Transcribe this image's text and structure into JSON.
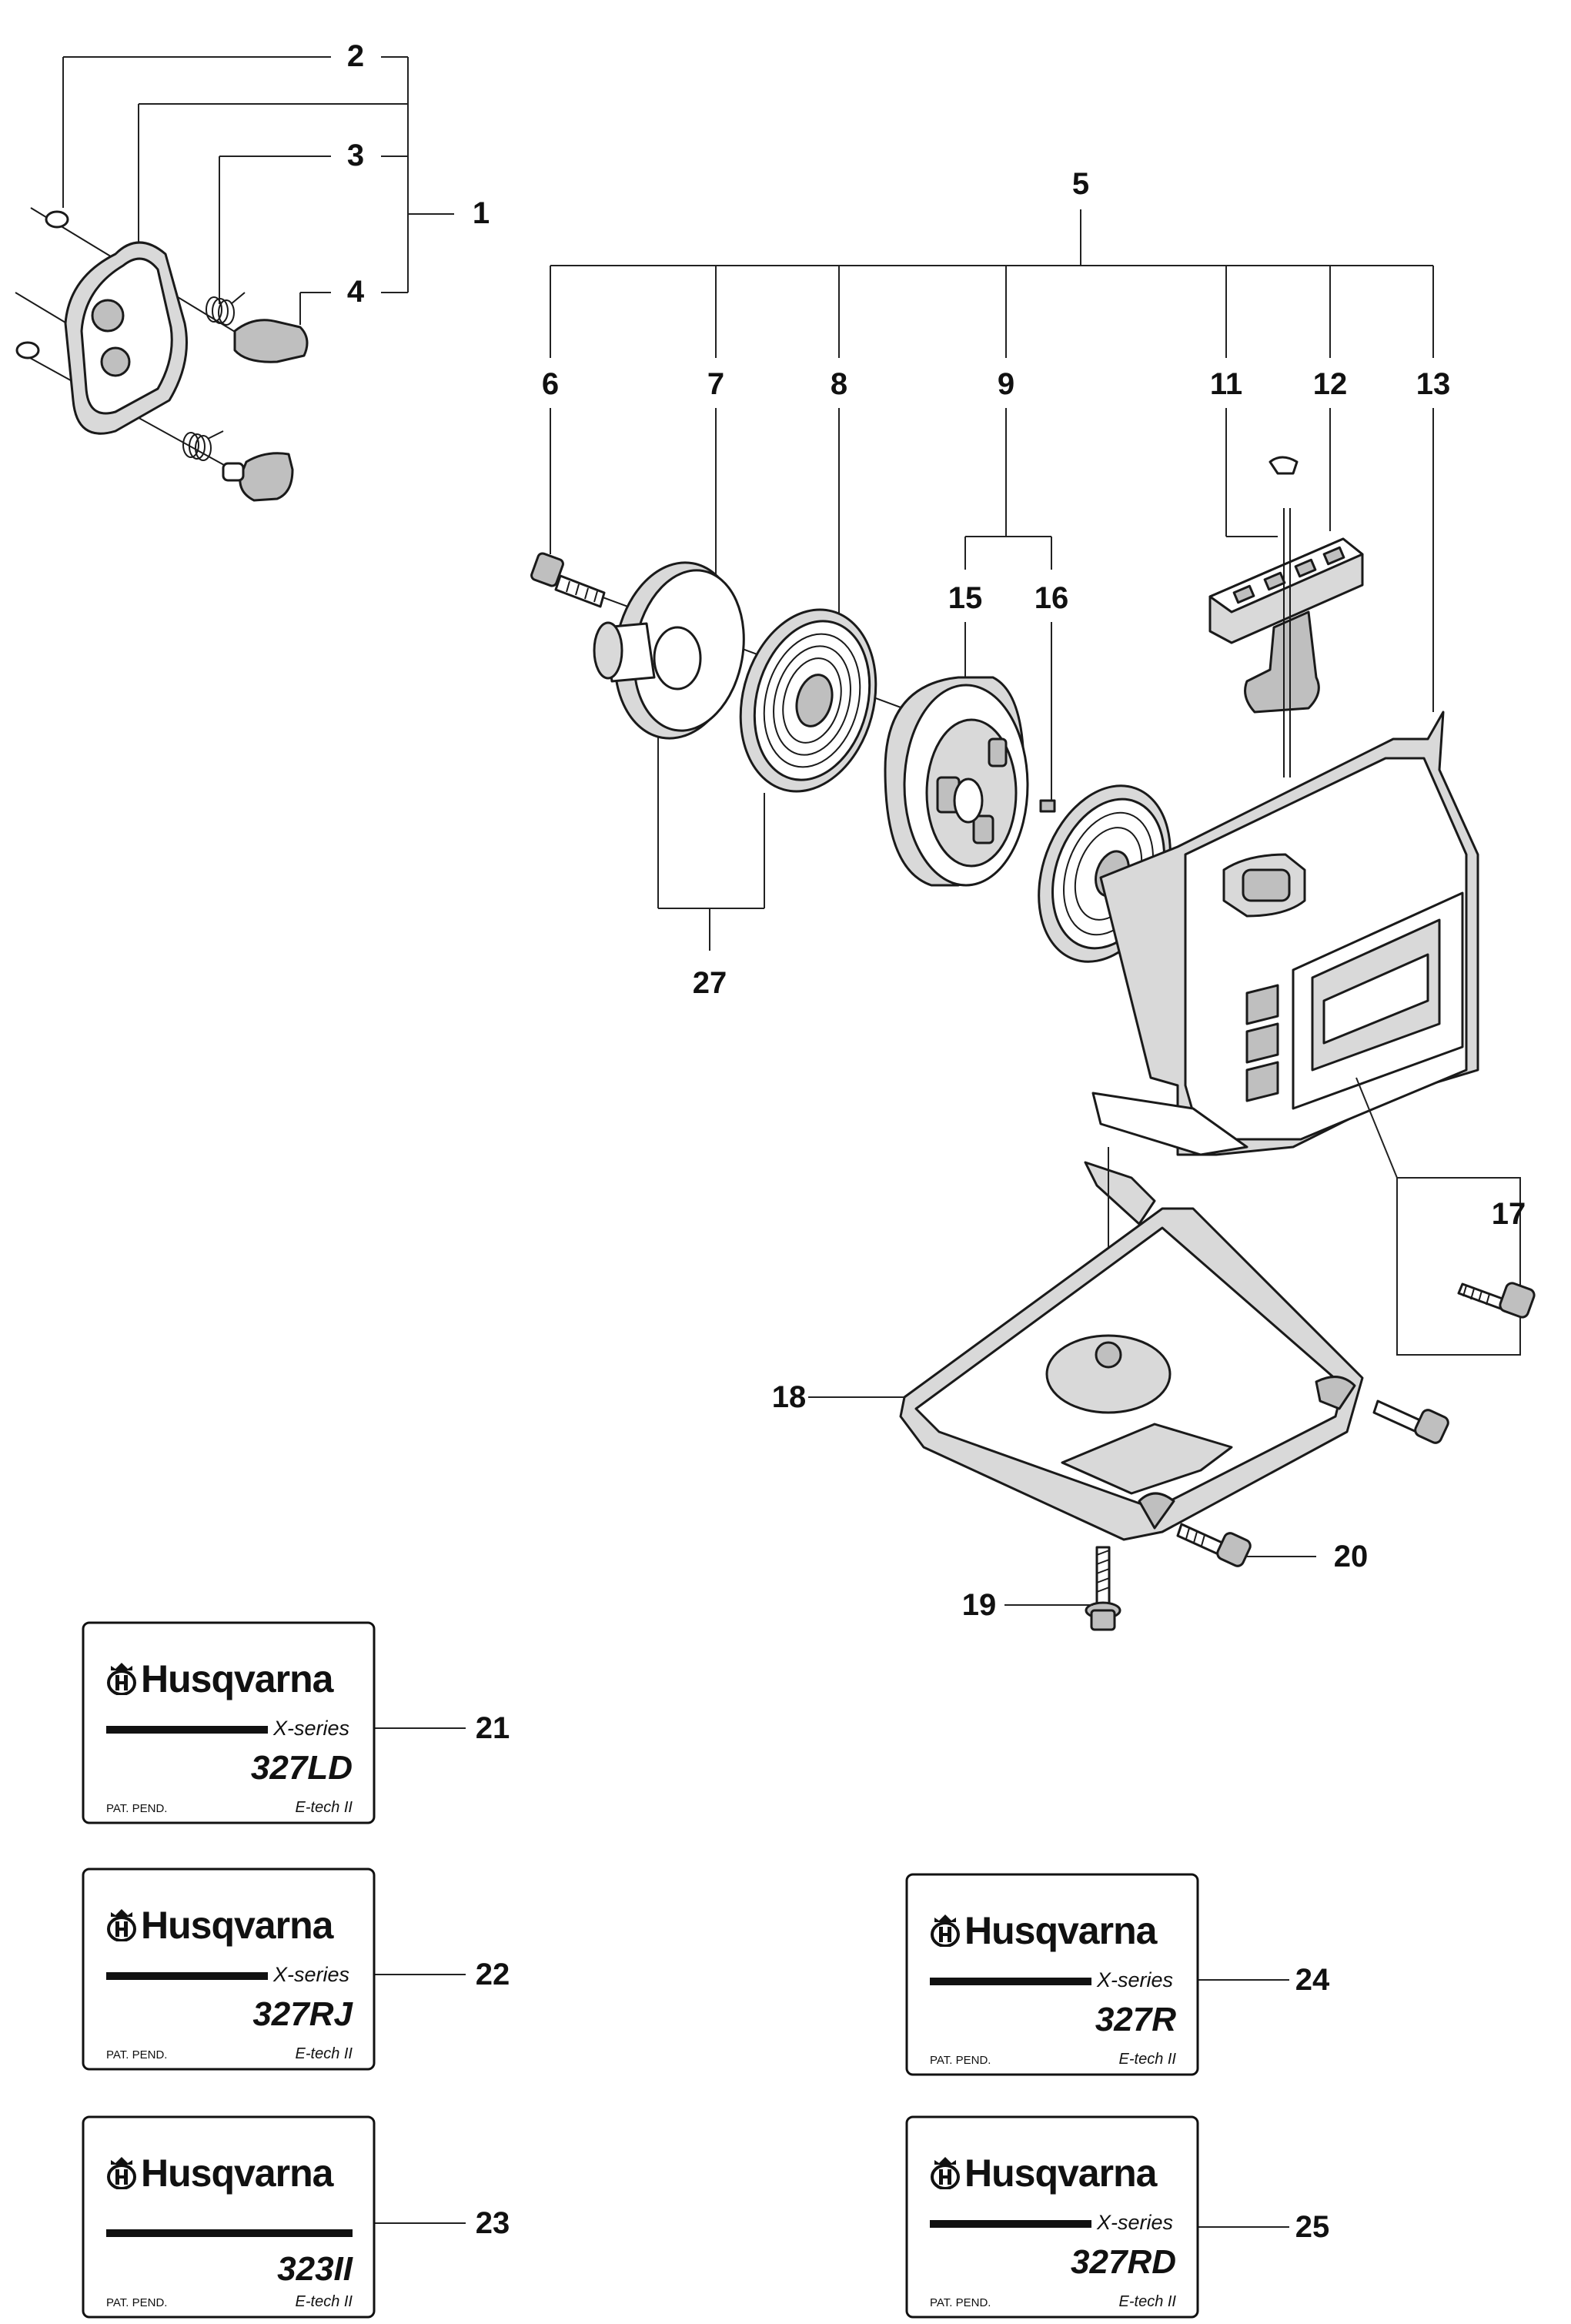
{
  "callouts": {
    "c1": "1",
    "c2": "2",
    "c3": "3",
    "c4": "4",
    "c5": "5",
    "c6": "6",
    "c7": "7",
    "c8": "8",
    "c9": "9",
    "c11": "11",
    "c12": "12",
    "c13": "13",
    "c15": "15",
    "c16": "16",
    "c17": "17",
    "c18": "18",
    "c19": "19",
    "c20": "20",
    "c21": "21",
    "c22": "22",
    "c23": "23",
    "c24": "24",
    "c25": "25",
    "c27": "27"
  },
  "decals": [
    {
      "brand": "Husqvarna",
      "series": "X-series",
      "model": "327LD",
      "pat": "PAT. PEND.",
      "etech": "E-tech II"
    },
    {
      "brand": "Husqvarna",
      "series": "X-series",
      "model": "327RJ",
      "pat": "PAT. PEND.",
      "etech": "E-tech II"
    },
    {
      "brand": "Husqvarna",
      "series": "",
      "model": "323II",
      "pat": "PAT. PEND.",
      "etech": "E-tech II"
    },
    {
      "brand": "Husqvarna",
      "series": "X-series",
      "model": "327R",
      "pat": "PAT. PEND.",
      "etech": "E-tech II"
    },
    {
      "brand": "Husqvarna",
      "series": "X-series",
      "model": "327RD",
      "pat": "PAT. PEND.",
      "etech": "E-tech II"
    }
  ],
  "icons": {
    "brand_logo": "husqvarna-crown-h-icon"
  }
}
